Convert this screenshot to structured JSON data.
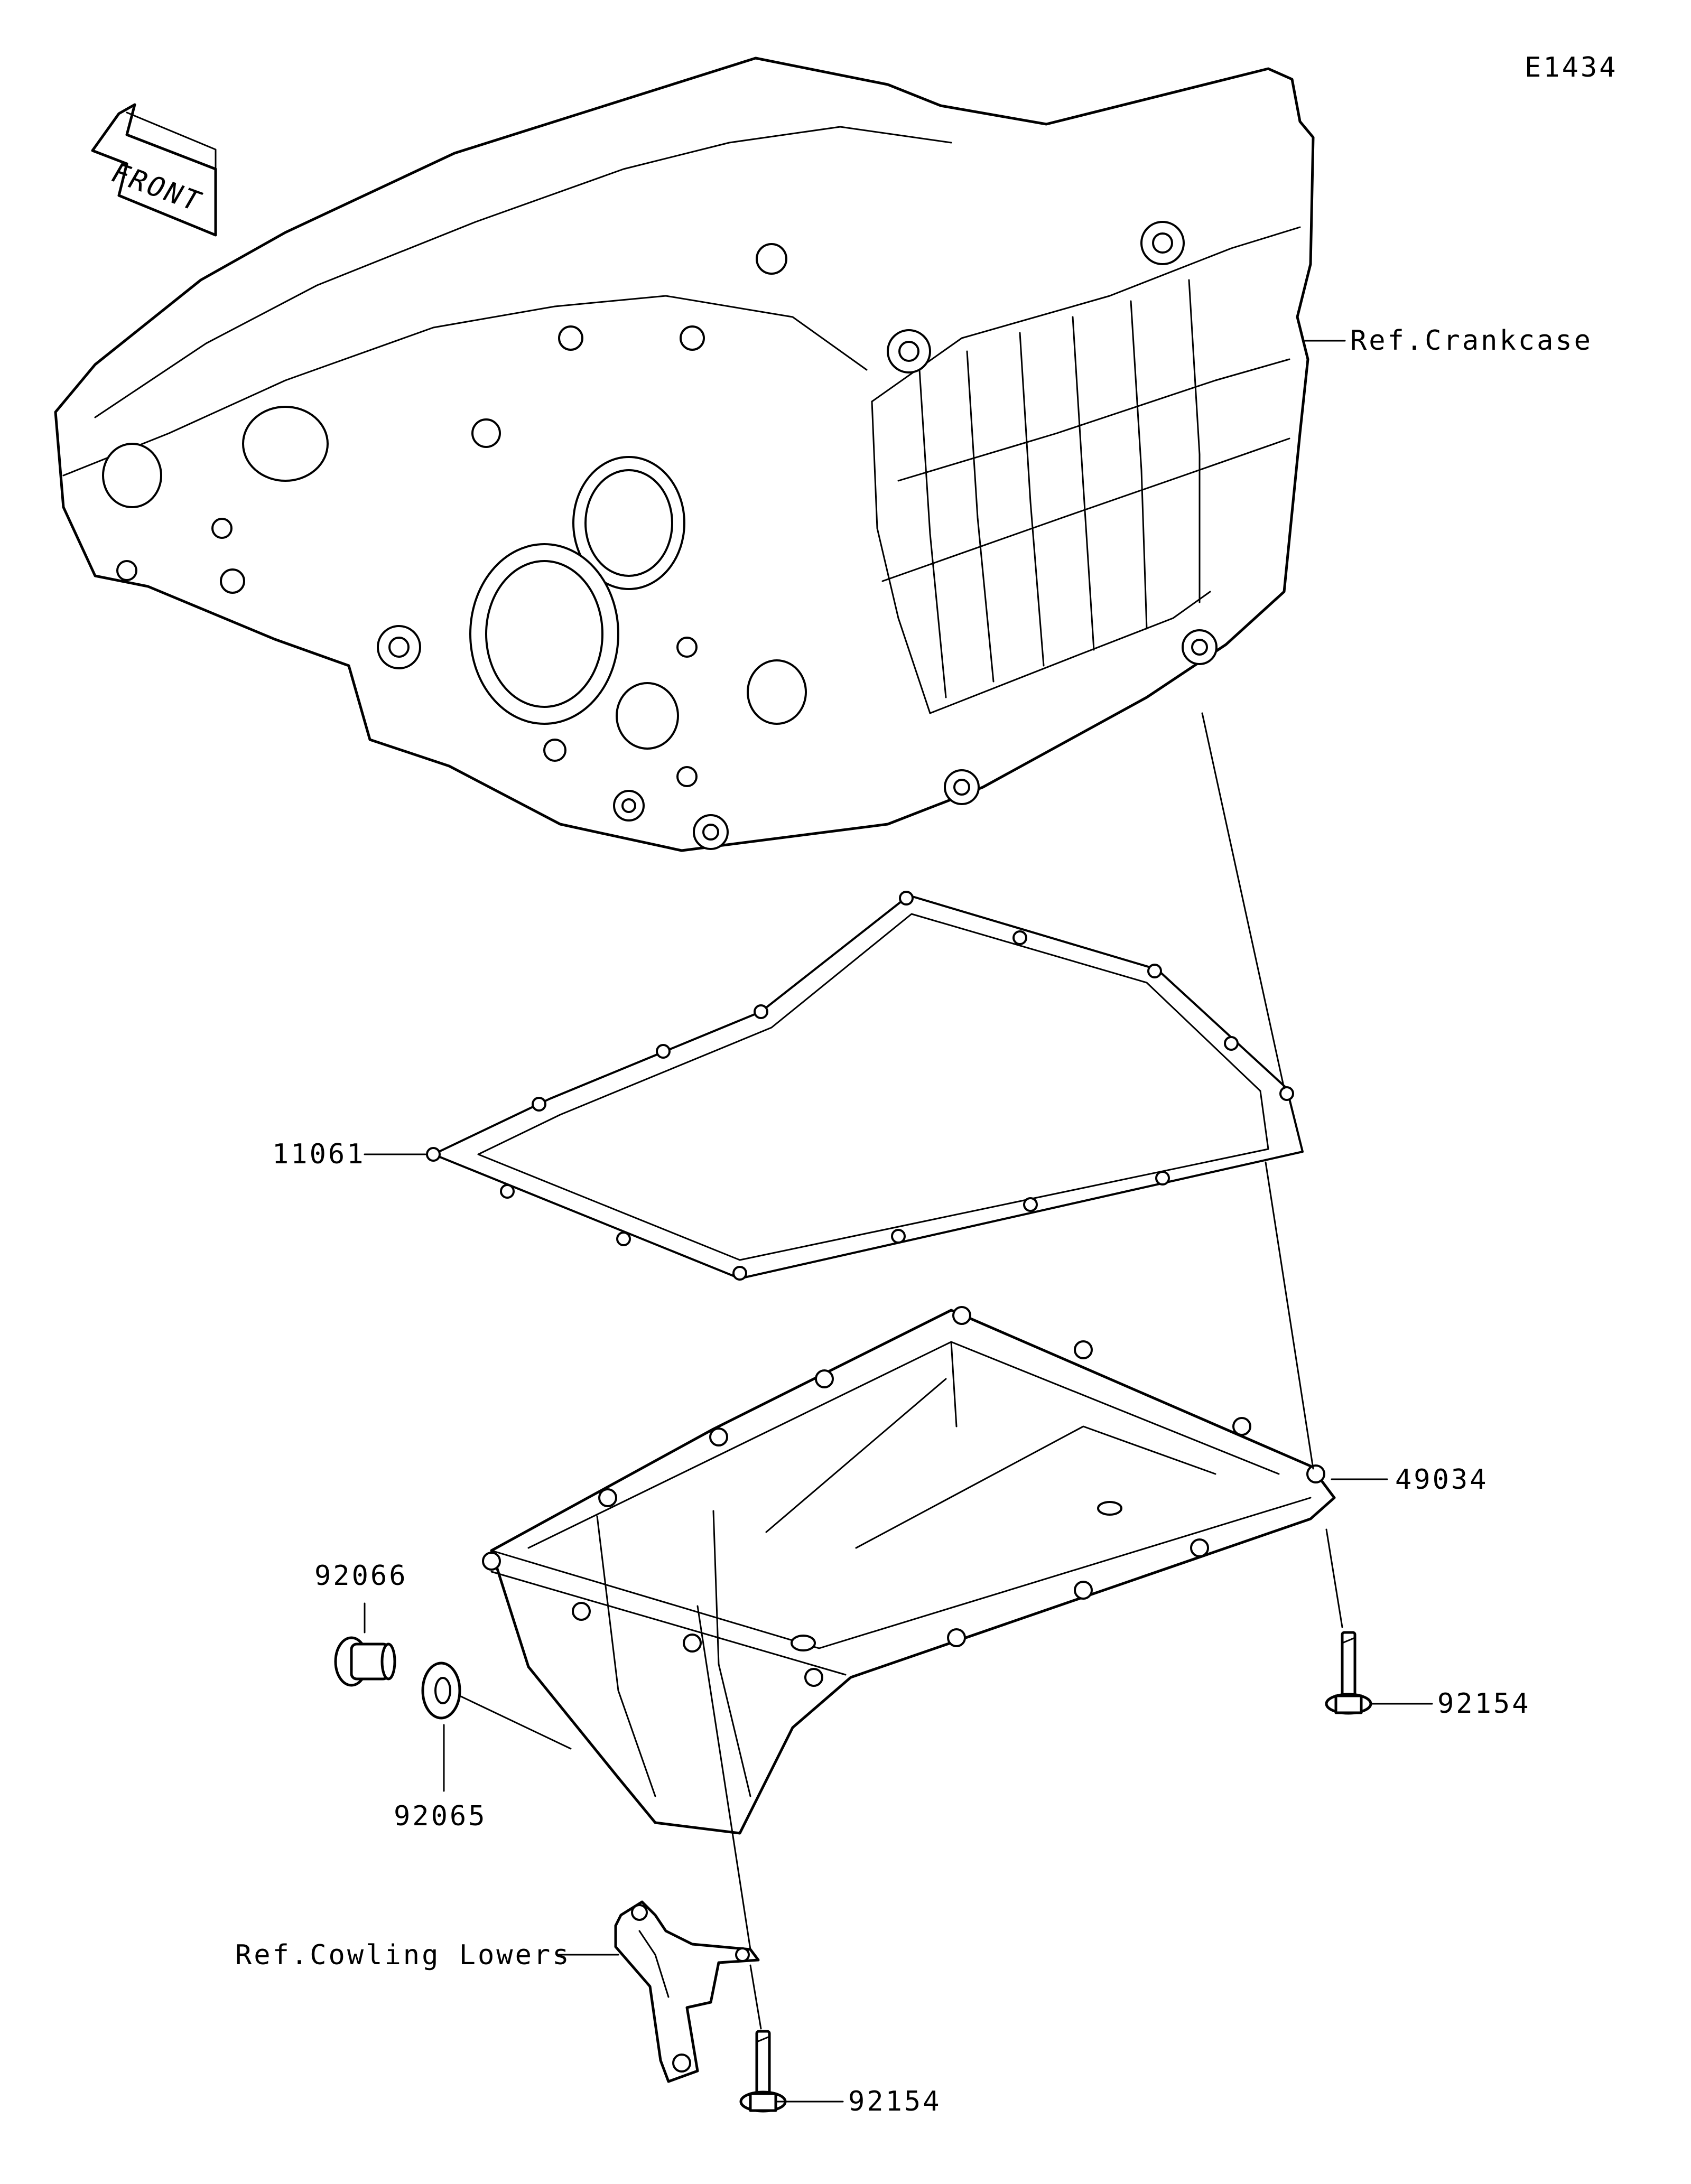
{
  "diagram": {
    "code": "E1434",
    "front_label": "FRONT",
    "labels": {
      "crankcase": "Ref.Crankcase",
      "gasket": "11061",
      "oil_pan": "49034",
      "plug": "92066",
      "washer": "92065",
      "bolt_upper": "92154",
      "cowling": "Ref.Cowling Lowers",
      "bolt_lower": "92154"
    }
  }
}
